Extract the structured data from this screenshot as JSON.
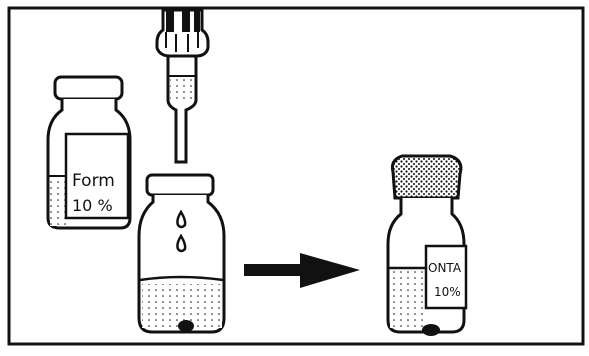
{
  "scene": {
    "stock_bottle_label_line1": "Form",
    "stock_bottle_label_line2": "10 %",
    "result_bottle_label_line1": "ONTA",
    "result_bottle_label_line2": "10%"
  },
  "colors": {
    "ink": "#111111",
    "paper": "#ffffff"
  }
}
